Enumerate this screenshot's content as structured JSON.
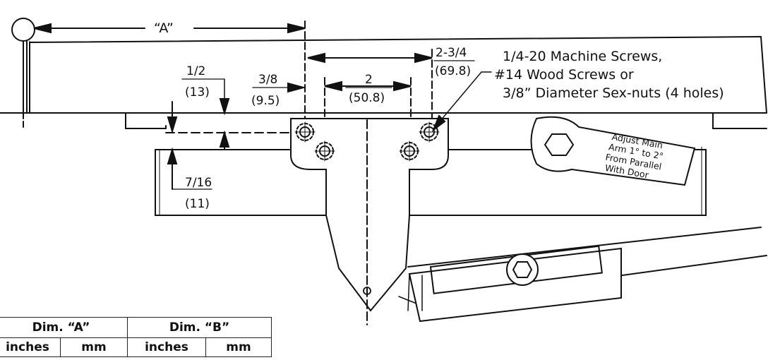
{
  "dimensions": {
    "a_label": "“A”",
    "half": "1/2",
    "half_mm": "(13)",
    "three_eighths": "3/8",
    "three_eighths_mm": "(9.5)",
    "two": "2",
    "two_mm": "(50.8)",
    "two_three_quarter": "2-3/4",
    "two_three_quarter_mm": "(69.8)",
    "seven_sixteenths": "7/16",
    "seven_sixteenths_mm": "(11)"
  },
  "callouts": {
    "screws_line1": "1/4-20 Machine Screws,",
    "screws_line2": "#14 Wood Screws or",
    "screws_line3": "3/8” Diameter Sex-nuts (4 holes)",
    "adjust_line1": "Adjust Main",
    "adjust_line2": "Arm 1° to 2°",
    "adjust_line3": "From Parallel",
    "adjust_line4": "With Door"
  },
  "table": {
    "header_a": "Dim. “A”",
    "header_b": "Dim. “B”",
    "col1": "inches",
    "col2": "mm",
    "col3": "inches",
    "col4": "mm"
  }
}
